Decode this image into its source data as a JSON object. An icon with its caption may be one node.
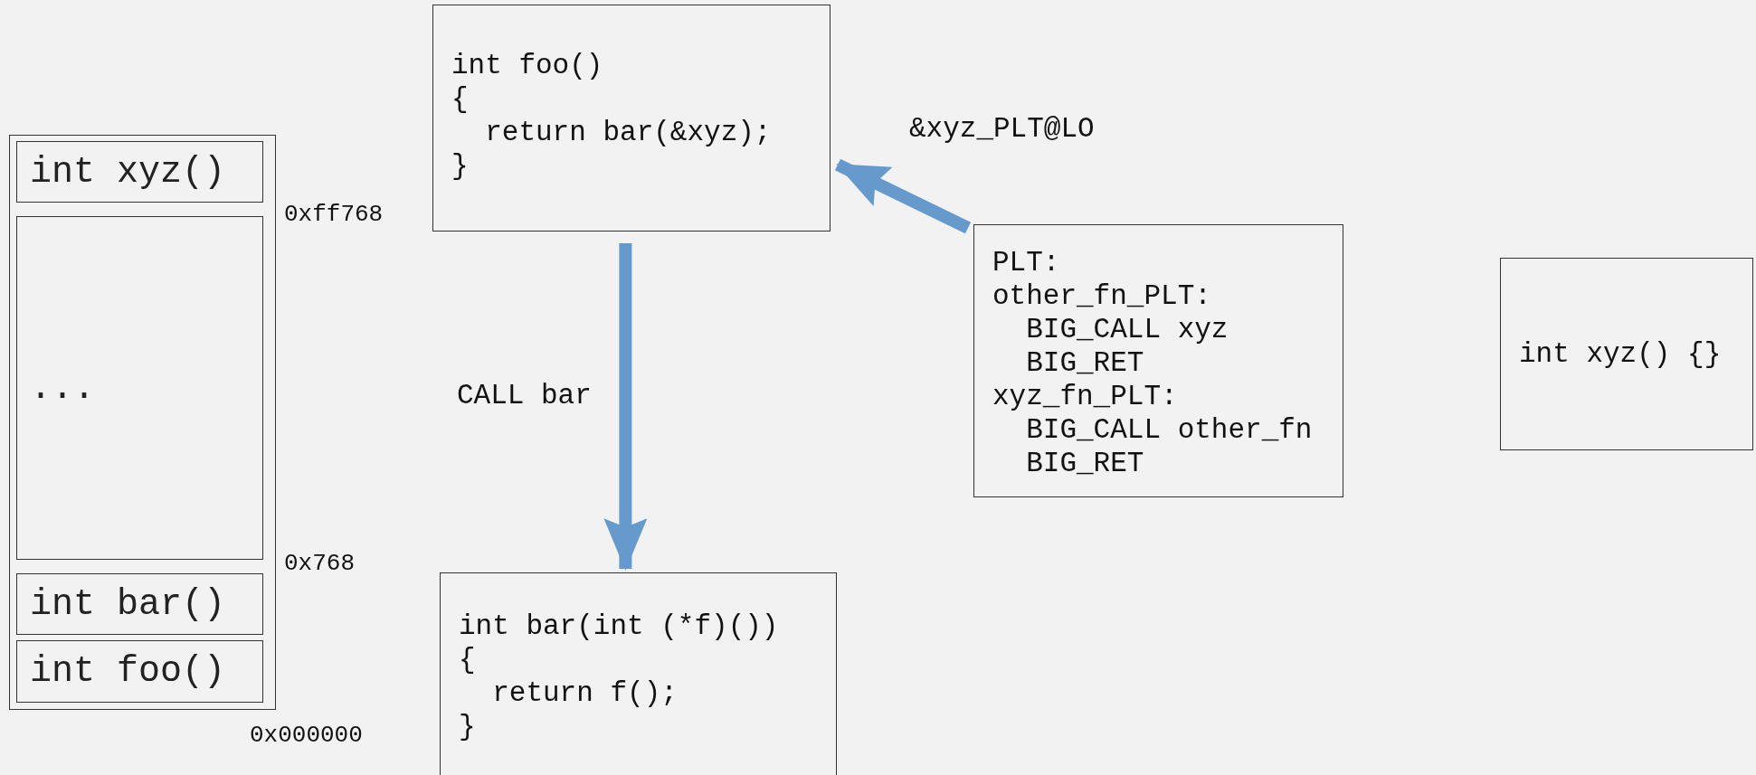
{
  "diagram": {
    "nodes": [
      {
        "text": [],
        "shape": "box"
      },
      {
        "text": [
          "int xyz()"
        ],
        "in": 0
      },
      {
        "text": [
          "..."
        ],
        "in": 0
      },
      {
        "text": [
          "int bar()"
        ],
        "in": 0
      },
      {
        "text": [
          "int foo()"
        ],
        "in": 0
      },
      {
        "text": [
          "int foo()",
          "{",
          "  return bar(&xyz);",
          "}"
        ]
      },
      {
        "text": [
          "int bar(int (*f)())",
          "{",
          "  return f();",
          "}"
        ]
      },
      {
        "text": [
          "PLT:",
          "other_fn_PLT:",
          "  BIG_CALL xyz",
          "  BIG_RET",
          "xyz_fn_PLT:",
          "  BIG_CALL other_fn",
          "  BIG_RET"
        ]
      },
      {
        "text": [
          "int xyz() {}"
        ]
      }
    ],
    "edges": [
      {
        "from": 5,
        "to": 6,
        "arrow": "to",
        "label": "CALL bar"
      },
      {
        "from": 7,
        "to": 5,
        "arrow": "to",
        "label": "&xyz_PLT@LO"
      }
    ],
    "labels": [
      "0xff768",
      "0x768",
      "0x000000"
    ]
  }
}
